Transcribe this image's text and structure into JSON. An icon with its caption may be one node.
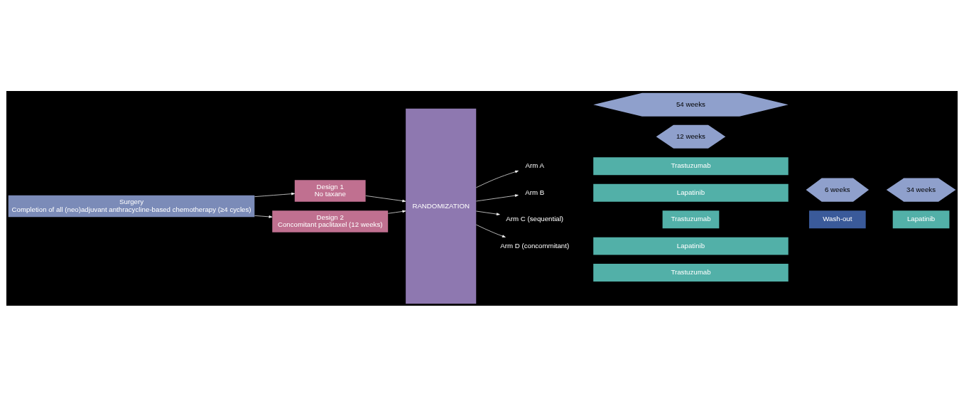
{
  "diagram": {
    "nodes": [
      {
        "text": [
          "Surgery",
          "Completion of all (neo)adjuvant anthracycline-based chemotherapy (≥4 cycles)"
        ]
      },
      {
        "text": [
          "Design 1",
          "No taxane"
        ]
      },
      {
        "text": [
          "Design 2",
          "Concomitant paclitaxel (12 weeks)"
        ]
      },
      {
        "text": [
          "RANDOMIZATION"
        ]
      },
      {
        "text": [
          "Arm A"
        ]
      },
      {
        "text": [
          "Arm B"
        ]
      },
      {
        "text": [
          "Arm C (sequential)"
        ]
      },
      {
        "text": [
          "Arm D (concommitant)"
        ]
      },
      {
        "text": [
          "Trastuzumab"
        ]
      },
      {
        "text": [
          "Lapatinib"
        ]
      },
      {
        "text": [
          "Trastuzumab"
        ]
      },
      {
        "text": [
          "Wash-out"
        ]
      },
      {
        "text": [
          "Lapatinib"
        ]
      },
      {
        "text": [
          "12 weeks"
        ]
      },
      {
        "text": [
          "6 weeks"
        ]
      },
      {
        "text": [
          "34 weeks"
        ]
      },
      {
        "text": [
          "Lapatinib"
        ]
      },
      {
        "text": [
          "Trastuzumab"
        ]
      },
      {
        "text": [
          "54 weeks"
        ]
      }
    ],
    "edges": [
      {
        "from": 0,
        "to": 1,
        "arrow": "to"
      },
      {
        "from": 0,
        "to": 2,
        "arrow": "to"
      },
      {
        "from": 1,
        "to": 3,
        "arrow": "to"
      },
      {
        "from": 2,
        "to": 3,
        "arrow": "to"
      },
      {
        "from": 3,
        "to": 4,
        "arrow": "to"
      },
      {
        "from": 3,
        "to": 5,
        "arrow": "to"
      },
      {
        "from": 3,
        "to": 6,
        "arrow": "to"
      },
      {
        "from": 3,
        "to": 7,
        "arrow": "to"
      }
    ]
  }
}
